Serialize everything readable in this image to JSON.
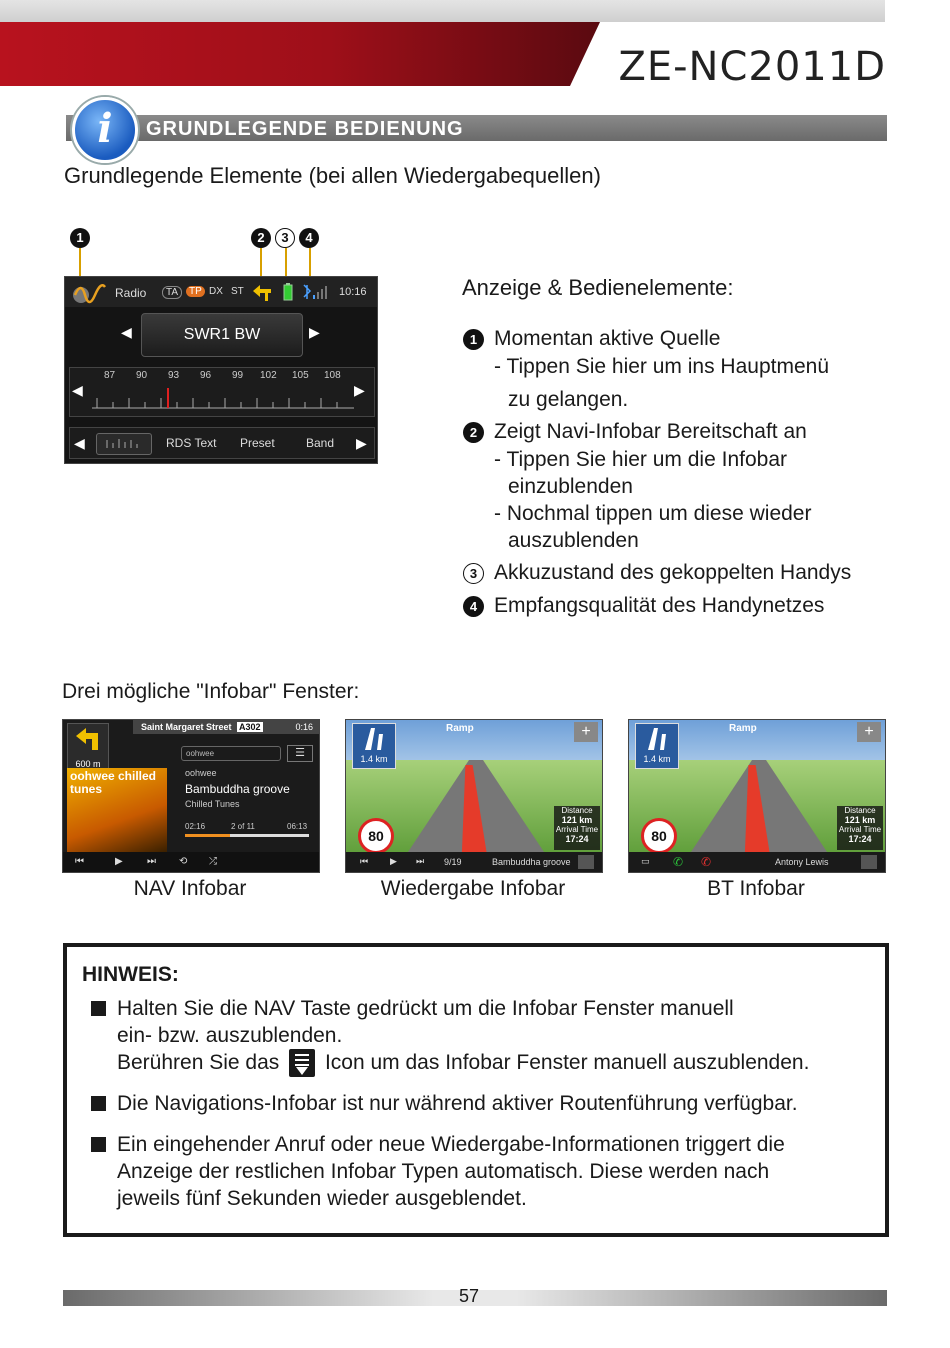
{
  "header": {
    "model": "ZE-NC2011D",
    "section_title": "GRUNDLEGENDE BEDIENUNG",
    "info_icon": "i"
  },
  "intro": {
    "subtitle": "Grundlegende Elemente (bei allen Wiedergabequellen)"
  },
  "markers": [
    "1",
    "2",
    "3",
    "4"
  ],
  "radio_screen": {
    "source": "Radio",
    "flags": [
      "TA",
      "TP",
      "DX",
      "ST"
    ],
    "clock": "10:16",
    "station": "SWR1 BW",
    "scale": [
      "87",
      "90",
      "93",
      "96",
      "99",
      "102",
      "105",
      "108"
    ],
    "buttons": [
      "RDS Text",
      "Preset",
      "Band"
    ]
  },
  "controls": {
    "heading": "Anzeige & Bedienelemente:",
    "items": [
      {
        "marker": "1",
        "title": "Momentan aktive Quelle",
        "lines": [
          "- Tippen Sie hier um ins Hauptmenü",
          "zu gelangen."
        ]
      },
      {
        "marker": "2",
        "title": "Zeigt Navi-Infobar Bereitschaft an",
        "lines": [
          "- Tippen Sie hier um die Infobar",
          "einzublenden",
          "- Nochmal tippen um diese wieder",
          "auszublenden"
        ]
      },
      {
        "marker": "3",
        "title": "Akkuzustand des gekoppelten Handys",
        "lines": []
      },
      {
        "marker": "4",
        "title": "Empfangsqualität des Handynetzes",
        "lines": []
      }
    ]
  },
  "infobars": {
    "heading": "Drei mögliche \"Infobar\" Fenster:",
    "nav": {
      "caption": "NAV Infobar",
      "street": "Saint Margaret Street",
      "road": "A302",
      "clock": "0:16",
      "distance": "600 m",
      "source": "oohwee",
      "artist": "oohwee",
      "title": "Bambuddha groove",
      "album": "Chilled Tunes",
      "elapsed": "02:16",
      "track": "2 of 11",
      "total": "06:13",
      "cover_text": "oohwee chilled tunes"
    },
    "playback": {
      "caption": "Wiedergabe Infobar",
      "label": "Ramp",
      "distance": "1.4 km",
      "speed": "80",
      "remaining_label": "Distance",
      "remaining": "121 km",
      "arrival_label": "Arrival Time",
      "arrival": "17:24",
      "track": "9/19",
      "song": "Bambuddha groove"
    },
    "bt": {
      "caption": "BT Infobar",
      "label": "Ramp",
      "distance": "1.4 km",
      "speed": "80",
      "remaining_label": "Distance",
      "remaining": "121 km",
      "arrival_label": "Arrival Time",
      "arrival": "17:24",
      "caller": "Antony Lewis"
    }
  },
  "note": {
    "title": "HINWEIS:",
    "p1_line1": "Halten Sie die NAV Taste gedrückt um die Infobar Fenster manuell",
    "p1_line2": "ein- bzw. auszublenden.",
    "p1_line3_a": "Berühren Sie das",
    "p1_line3_b": "Icon um das Infobar Fenster manuell auszublenden.",
    "p2": "Die Navigations-Infobar ist nur während aktiver Routenführung verfügbar.",
    "p3_line1": "Ein eingehender Anruf oder neue Wiedergabe-Informationen triggert die",
    "p3_line2": "Anzeige der restlichen Infobar Typen automatisch. Diese werden nach",
    "p3_line3": "jeweils fünf Sekunden wieder ausgeblendet."
  },
  "footer": {
    "page": "57"
  }
}
